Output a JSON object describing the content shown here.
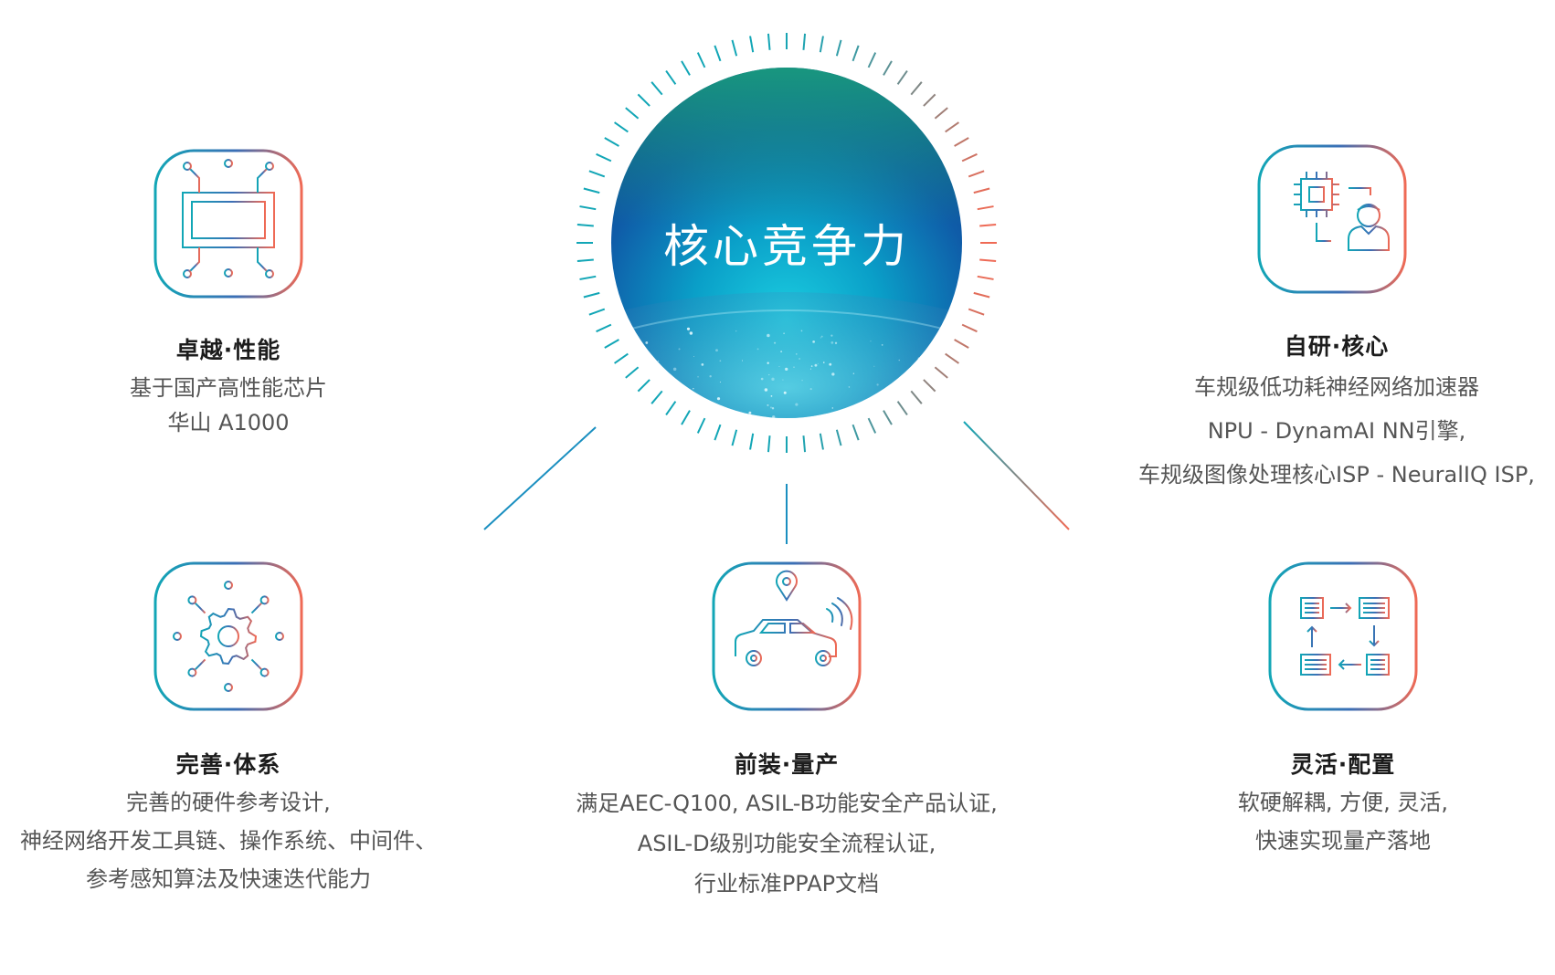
{
  "center": {
    "title": "核心竞争力"
  },
  "colors": {
    "teal": "#12a6b6",
    "blue": "#2d63b0",
    "coral": "#ef6a55",
    "deep": "#0d3f8f"
  },
  "features": [
    {
      "id": "performance",
      "icon": "chip-circuit-icon",
      "title": "卓越·性能",
      "desc": [
        "基于国产高性能芯片",
        "华山 A1000"
      ]
    },
    {
      "id": "core",
      "icon": "chip-person-icon",
      "title": "自研·核心",
      "desc": [
        "车规级低功耗神经网络加速器",
        "NPU - DynamAI NN引擎,",
        "车规级图像处理核心ISP - NeuralIQ ISP,"
      ]
    },
    {
      "id": "system",
      "icon": "gear-network-icon",
      "title": "完善·体系",
      "desc": [
        "完善的硬件参考设计,",
        "神经网络开发工具链、操作系统、中间件、",
        "参考感知算法及快速迭代能力"
      ]
    },
    {
      "id": "production",
      "icon": "connected-car-icon",
      "title": "前装·量产",
      "desc": [
        "满足AEC-Q100, ASIL-B功能安全产品认证,",
        "ASIL-D级别功能安全流程认证,",
        "行业标准PPAP文档"
      ]
    },
    {
      "id": "config",
      "icon": "document-cycle-icon",
      "title": "灵活·配置",
      "desc": [
        "软硬解耦, 方便, 灵活,",
        "快速实现量产落地"
      ]
    }
  ]
}
